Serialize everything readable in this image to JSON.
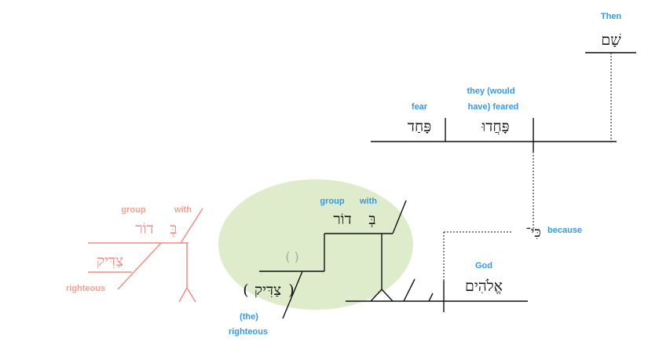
{
  "colors": {
    "english": "#3399e6",
    "alt_clause": "#f08c84",
    "alt_label": "#f0a090",
    "line": "#111111",
    "highlight": "#dfeccb",
    "parens_gray": "#a8a8a8"
  },
  "main_clause": {
    "adverb": {
      "english": "Then",
      "hebrew": "שָׁם"
    },
    "verb": {
      "english": "they (would have) feared",
      "english_lines": [
        "they (would",
        "have) feared"
      ],
      "hebrew": "פָּחֲדוּ"
    },
    "object": {
      "english": "fear",
      "hebrew": "פָּחַד"
    }
  },
  "subordinate_clause": {
    "conjunction": {
      "english": "because",
      "hebrew": "כִּי־"
    },
    "subject": {
      "english": "God",
      "hebrew": "אֱלֹהִים"
    },
    "predicate_object": {
      "hebrew": "צַדִּיק",
      "english_lines": [
        "(the)",
        "righteous"
      ],
      "open_paren": "(",
      "close_paren": ")",
      "empty_parens": "( )"
    },
    "prep_phrase": {
      "preposition_english": "with",
      "preposition_hebrew": "בְּ",
      "noun_english": "group",
      "noun_hebrew": "דוֹר"
    }
  },
  "alternative_parsing": {
    "preposition_english": "with",
    "preposition_hebrew": "בְּ",
    "noun_english": "group",
    "noun_hebrew": "דוֹר",
    "modifier_hebrew": "צַדִּיק",
    "modifier_english": "righteous"
  }
}
